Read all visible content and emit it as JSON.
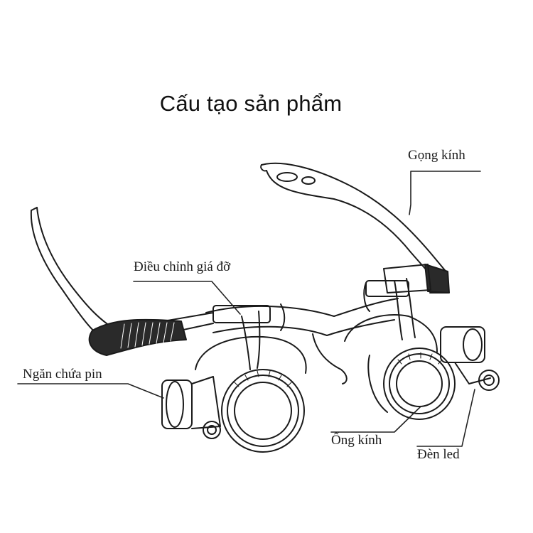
{
  "title": "Cấu tạo sản phẩm",
  "labels": {
    "gong_kinh": "Gọng kính",
    "dieu_chinh": "Điều chỉnh giá đỡ",
    "ngan_chua_pin": "Ngăn chứa pin",
    "ong_kinh": "Ống kính",
    "den_led": "Đèn led"
  }
}
